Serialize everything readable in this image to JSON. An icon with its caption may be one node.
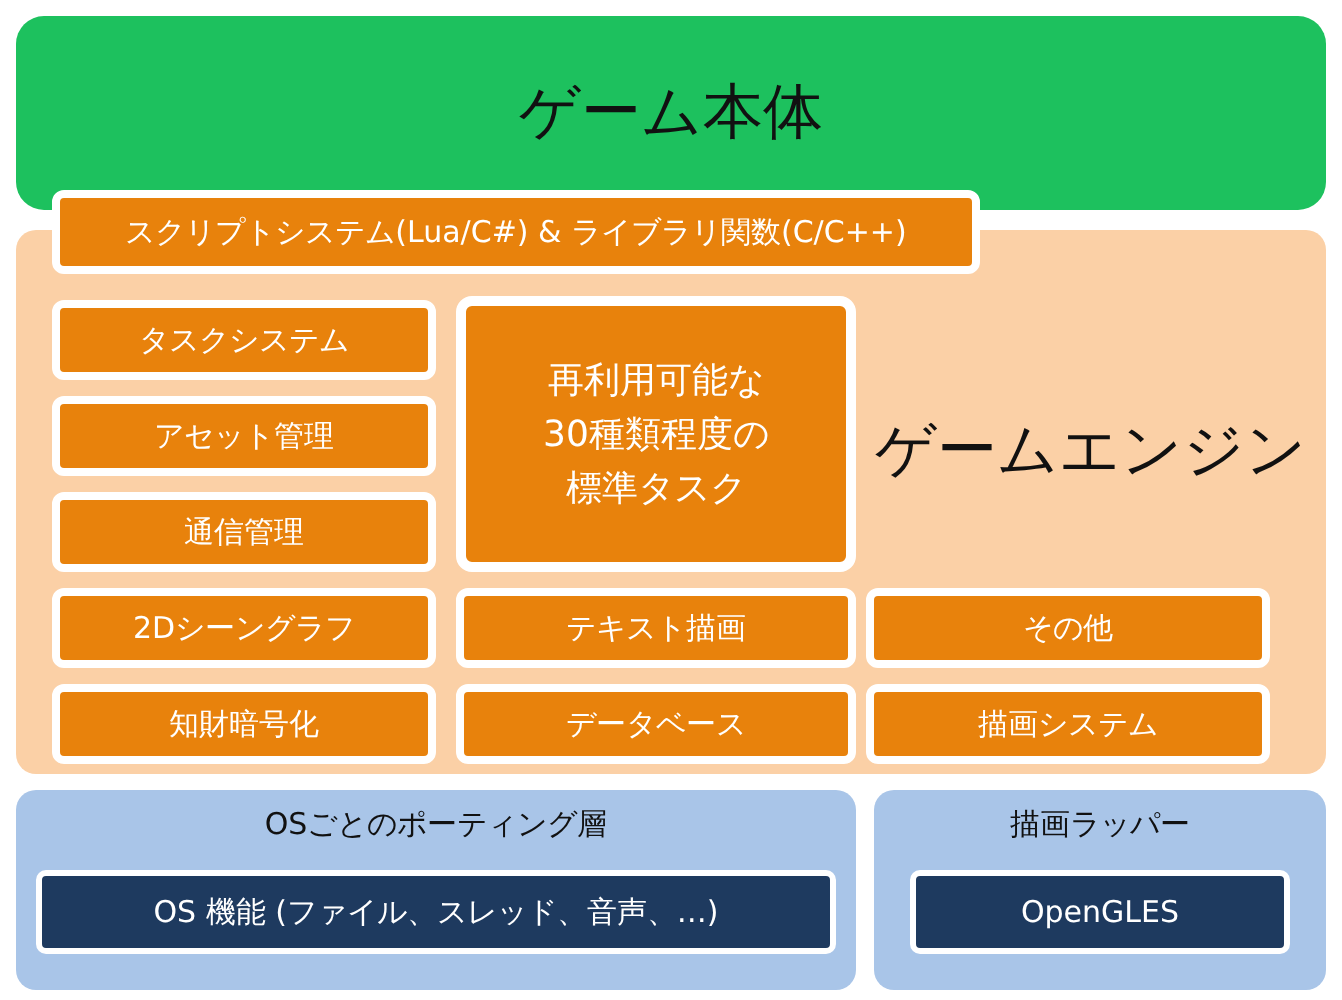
{
  "diagram": {
    "nodes": [
      {
        "text": [
          "ゲーム本体"
        ]
      },
      {
        "text": [
          "スクリプトシステム(Lua/C#) & ライブラリ関数(C/C++)"
        ]
      },
      {
        "text": [
          "ゲームエンジン"
        ]
      },
      {
        "text": [
          "タスクシステム"
        ],
        "in": 2
      },
      {
        "text": [
          "アセット管理"
        ],
        "in": 2
      },
      {
        "text": [
          "通信管理"
        ],
        "in": 2
      },
      {
        "text": [
          "再利用可能な30種類程度の標準タスク"
        ],
        "in": 2
      },
      {
        "text": [
          "2Dシーングラフ"
        ],
        "in": 2
      },
      {
        "text": [
          "テキスト描画"
        ],
        "in": 2
      },
      {
        "text": [
          "その他"
        ],
        "in": 2
      },
      {
        "text": [
          "知財暗号化"
        ],
        "in": 2
      },
      {
        "text": [
          "データベース"
        ],
        "in": 2
      },
      {
        "text": [
          "描画システム"
        ],
        "in": 2
      },
      {
        "text": [
          "OSごとのポーティング層"
        ]
      },
      {
        "text": [
          "OS 機能 (ファイル、スレッド、音声、…)"
        ],
        "in": 13
      },
      {
        "text": [
          "描画ラッパー"
        ]
      },
      {
        "text": [
          "OpenGLES"
        ],
        "in": 15
      }
    ]
  }
}
